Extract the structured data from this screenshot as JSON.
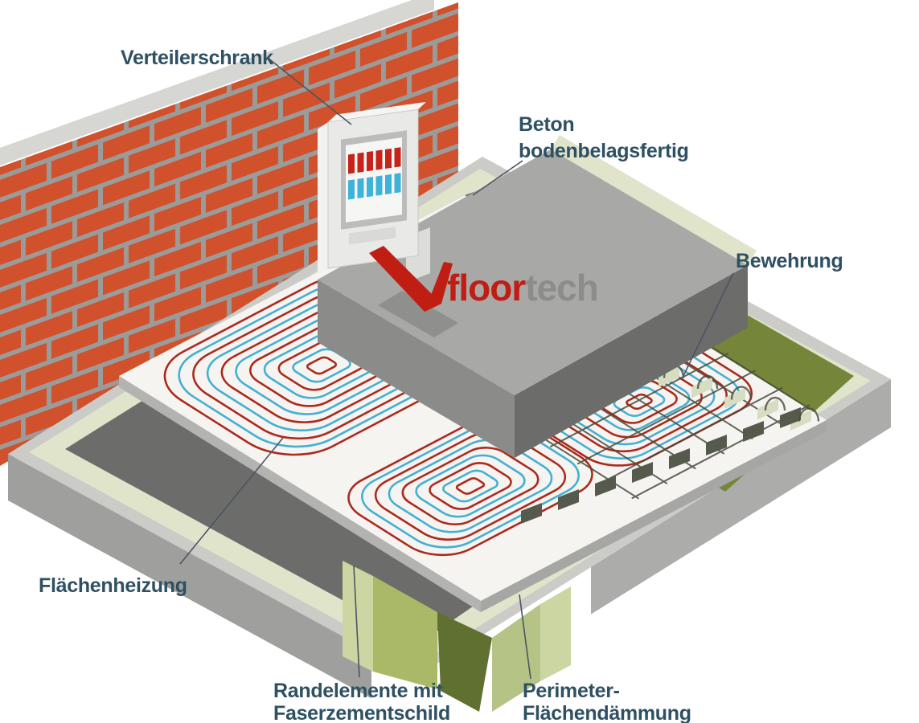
{
  "diagram": {
    "logo": {
      "part1": "floor",
      "part2": "tech"
    },
    "labels": {
      "verteilerschrank": "Verteilerschrank",
      "beton_line1": "Beton",
      "beton_line2": "bodenbelagsfertig",
      "bewehrung": "Bewehrung",
      "flaechenheizung": "Flächenheizung",
      "randelemente_line1": "Randelemente mit",
      "randelemente_line2": "Faserzementschild",
      "perimeter_line1": "Perimeter-",
      "perimeter_line2": "Flächendämmung"
    },
    "colors": {
      "label_text": "#2e5063",
      "leader_line": "#4b5562",
      "brick_red": "#d0512b",
      "mortar_gray": "#9b9b99",
      "wall_capping": "#d6d6d2",
      "concrete_light": "#cbcbc7",
      "concrete_mid": "#a8a8a6",
      "concrete_dark": "#6c6c6a",
      "insulation_pale": "#e0e4ca",
      "insulation_olive": "#75863a",
      "insulation_cut_light": "#aab968",
      "insulation_cut_pale": "#ccd6a2",
      "insulation_cut_dark": "#5f7030",
      "screed_white": "#f6f4f1",
      "pipe_red": "#ab2a1e",
      "pipe_blue": "#45b0d2",
      "mesh_dark": "#474c3e",
      "valve_red": "#c6231b",
      "valve_blue": "#3eb3da",
      "logo_red": "#c01d13",
      "logo_gray": "#8c8c8a"
    }
  }
}
